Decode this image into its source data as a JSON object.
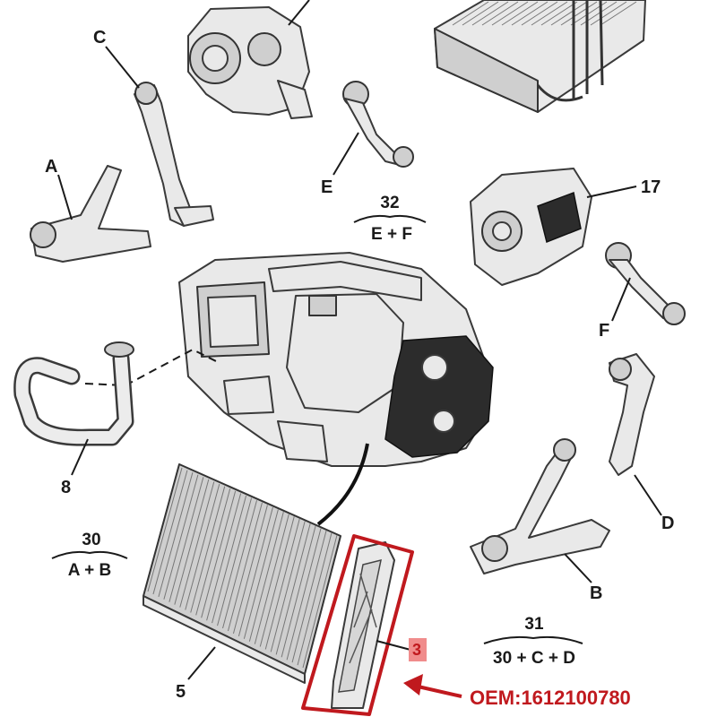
{
  "callouts": {
    "c": "C",
    "a": "A",
    "e": "E",
    "f": "F",
    "d": "D",
    "b": "B",
    "n17": "17",
    "n8": "8",
    "n5": "5",
    "n3": "3"
  },
  "groups": {
    "g32": {
      "number": "32",
      "members": "E + F"
    },
    "g30": {
      "number": "30",
      "members": "A + B"
    },
    "g31": {
      "number": "31",
      "members": "30 + C + D"
    }
  },
  "oem_label": "OEM:1612100780",
  "colors": {
    "highlight": "#c0191e",
    "label_box": "#f08c8c"
  },
  "icons": {
    "arrow": "red-arrow-icon"
  }
}
